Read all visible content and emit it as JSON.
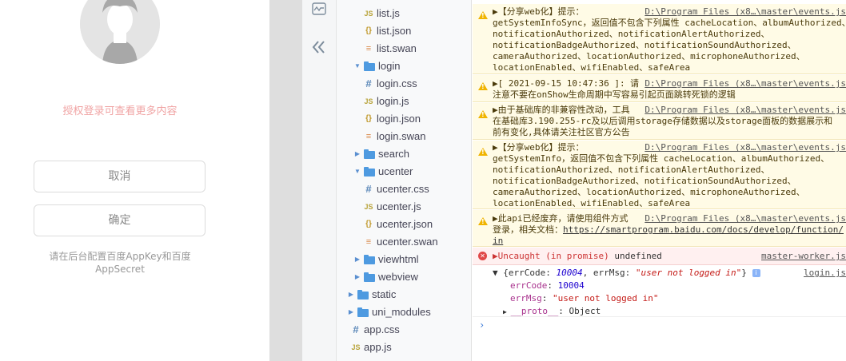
{
  "simulator": {
    "login_hint": "授权登录可查看更多内容",
    "cancel_label": "取消",
    "confirm_label": "确定",
    "config_note": "请在后台配置百度AppKey和百度AppSecret"
  },
  "activity_bar": {
    "icons": [
      "chart-icon",
      "collapse-icon"
    ]
  },
  "file_tree": [
    {
      "label": "list.js",
      "type": "js",
      "depth": 3
    },
    {
      "label": "list.json",
      "type": "json",
      "depth": 3
    },
    {
      "label": "list.swan",
      "type": "swan",
      "depth": 3
    },
    {
      "label": "login",
      "type": "folder-open",
      "depth": 2
    },
    {
      "label": "login.css",
      "type": "css",
      "depth": 3
    },
    {
      "label": "login.js",
      "type": "js",
      "depth": 3
    },
    {
      "label": "login.json",
      "type": "json",
      "depth": 3
    },
    {
      "label": "login.swan",
      "type": "swan",
      "depth": 3
    },
    {
      "label": "search",
      "type": "folder",
      "depth": 2
    },
    {
      "label": "ucenter",
      "type": "folder-open",
      "depth": 2
    },
    {
      "label": "ucenter.css",
      "type": "css",
      "depth": 3
    },
    {
      "label": "ucenter.js",
      "type": "js",
      "depth": 3
    },
    {
      "label": "ucenter.json",
      "type": "json",
      "depth": 3
    },
    {
      "label": "ucenter.swan",
      "type": "swan",
      "depth": 3
    },
    {
      "label": "viewhtml",
      "type": "folder",
      "depth": 2
    },
    {
      "label": "webview",
      "type": "folder",
      "depth": 2
    },
    {
      "label": "static",
      "type": "folder",
      "depth": 1
    },
    {
      "label": "uni_modules",
      "type": "folder",
      "depth": 1
    },
    {
      "label": "app.css",
      "type": "css",
      "depth": 0
    },
    {
      "label": "app.js",
      "type": "js",
      "depth": 0
    }
  ],
  "console": {
    "w1": {
      "l1": "▶【分享web化】提示：",
      "src": "D:\\Program Files (x8…\\master\\events.js",
      "lines": [
        "getSystemInfoSync，返回值不包含下列属性 cacheLocation、albumAuthorized、",
        "notificationAuthorized、notificationAlertAuthorized、",
        "notificationBadgeAuthorized、notificationSoundAuthorized、",
        "cameraAuthorized、locationAuthorized、microphoneAuthorized、",
        "locationEnabled、wifiEnabled、safeArea"
      ]
    },
    "w2": {
      "l1": "▶[ 2021-09-15 10:47:36 ]: 请",
      "src": "D:\\Program Files (x8…\\master\\events.js",
      "lines": [
        "注意不要在onShow生命周期中写容易引起页面跳转死锁的逻辑"
      ]
    },
    "w3": {
      "l1": "▶由于基础库的非兼容性改动，工具",
      "src": "D:\\Program Files (x8…\\master\\events.js",
      "lines": [
        "在基础库3.190.255-rc及以后调用storage存储数据以及storage面板的数据展示和",
        "前有变化,具体请关注社区官方公告"
      ]
    },
    "w4": {
      "l1": "▶【分享web化】提示：",
      "src": "D:\\Program Files (x8…\\master\\events.js",
      "lines": [
        "getSystemInfo，返回值不包含下列属性 cacheLocation、albumAuthorized、",
        "notificationAuthorized、notificationAlertAuthorized、",
        "notificationBadgeAuthorized、notificationSoundAuthorized、",
        "cameraAuthorized、locationAuthorized、microphoneAuthorized、",
        "locationEnabled、wifiEnabled、safeArea"
      ]
    },
    "w5": {
      "l1": "▶此api已经废弃，请使用组件方式",
      "src": "D:\\Program Files (x8…\\master\\events.js",
      "l2_prefix": "登录，相关文档：",
      "l2_link": "https://smartprogram.baidu.com/docs/develop/function/",
      "l3_link": "in"
    },
    "error": {
      "text": "▶Uncaught (in promise)",
      "value": "undefined",
      "src": "master-worker.js"
    },
    "obj": {
      "summary_prefix": "▼ {errCode: ",
      "summary_code": "10004",
      "summary_mid": ", errMsg: ",
      "summary_msg": "\"user not logged in\"",
      "summary_end": "}",
      "src": "login.js",
      "code_key": "errCode",
      "code_val": "10004",
      "msg_key": "errMsg",
      "msg_val": "\"user not logged in\"",
      "proto_key": "__proto__",
      "proto_val": "Object"
    },
    "prompt": "›"
  }
}
